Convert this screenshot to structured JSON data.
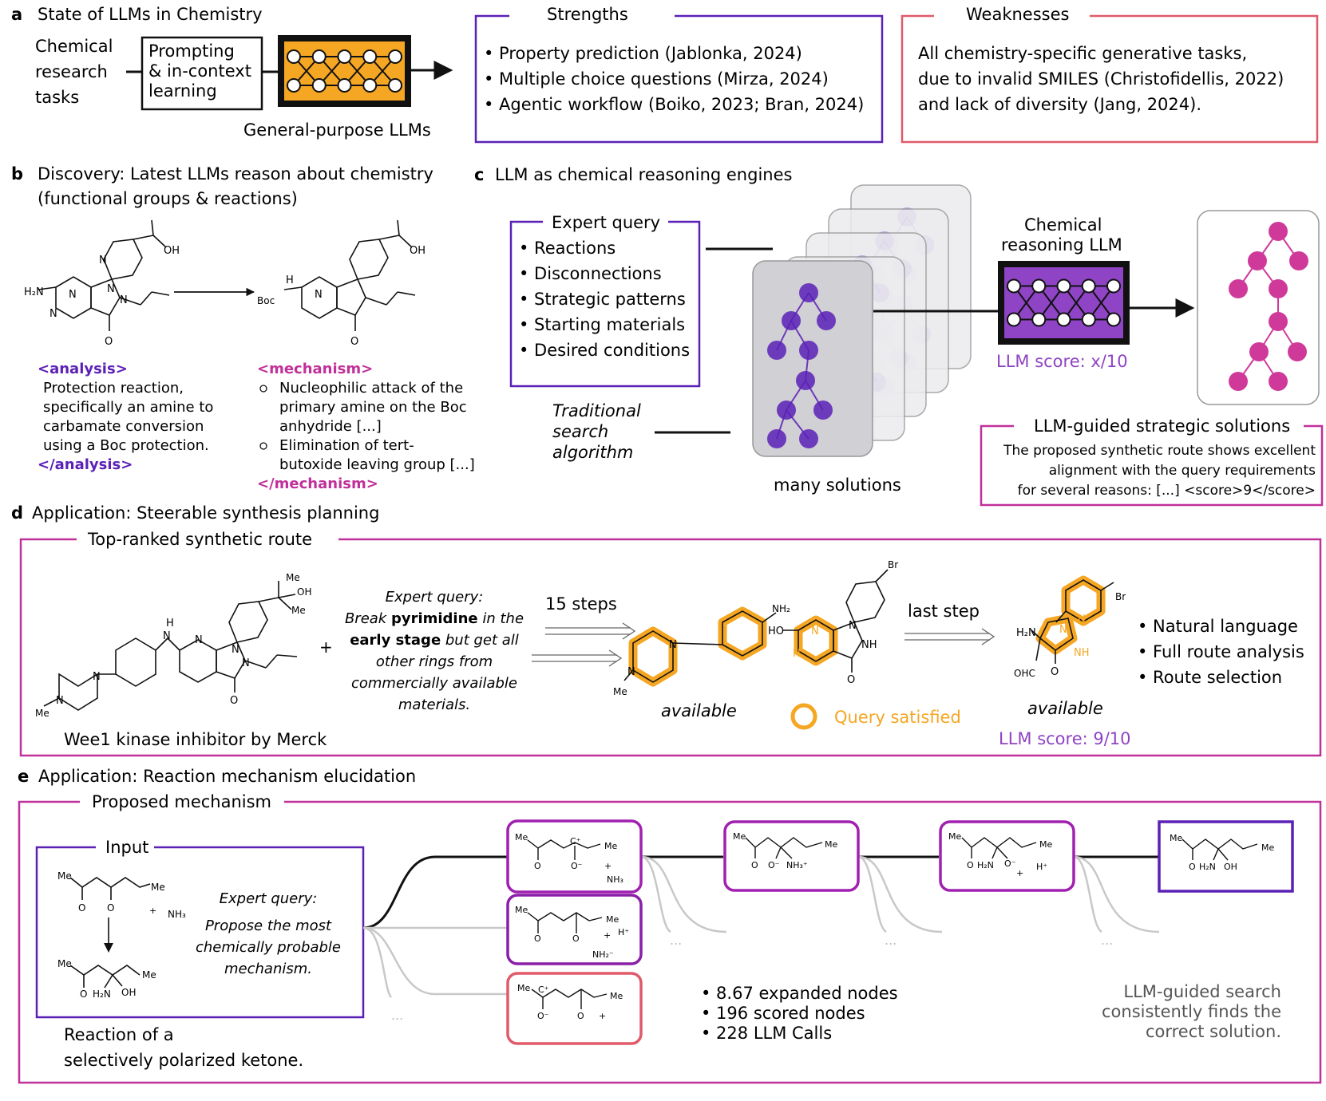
{
  "panel_a": {
    "letter": "a",
    "title": "State of LLMs in Chemistry",
    "input_lines": [
      "Chemical",
      "research",
      "tasks"
    ],
    "prompt_lines": [
      "Prompting",
      "& in-context",
      "learning"
    ],
    "llm_caption": "General-purpose LLMs",
    "strengths_title": "Strengths",
    "strengths": [
      "• Property prediction (Jablonka, 2024)",
      "• Multiple choice questions (Mirza, 2024)",
      "• Agentic workflow (Boiko, 2023; Bran, 2024)"
    ],
    "weaknesses_title": "Weaknesses",
    "weaknesses": [
      "All chemistry-specific generative tasks,",
      "due to invalid SMILES (Christofidellis, 2022)",
      "and lack of diversity (Jang, 2024)."
    ]
  },
  "panel_b": {
    "letter": "b",
    "title_lines": [
      "Discovery: Latest LLMs reason about chemistry",
      "(functional groups & reactions)"
    ],
    "analysis_open": "<analysis>",
    "analysis_lines": [
      "Protection reaction,",
      "specifically an amine to",
      "carbamate conversion",
      "using a Boc protection."
    ],
    "analysis_close": "</analysis>",
    "mechanism_open": "<mechanism>",
    "mechanism_lines": [
      "Nucleophilic attack of the",
      "primary amine on the Boc",
      "anhydride [...]",
      "Elimination of tert-",
      "butoxide leaving group [...]"
    ],
    "mechanism_close": "</mechanism>",
    "atom_labels": {
      "h2n": "H₂N",
      "n": "N",
      "o": "O",
      "oh": "OH",
      "h": "H",
      "boc": "Boc"
    }
  },
  "panel_c": {
    "letter": "c",
    "title": "LLM as chemical reasoning engines",
    "query_title": "Expert query",
    "query_items": [
      "• Reactions",
      "• Disconnections",
      "• Strategic patterns",
      "• Starting materials",
      "• Desired conditions"
    ],
    "search_lines": [
      "Traditional",
      "search",
      "algorithm"
    ],
    "many_solutions": "many solutions",
    "llm_title_lines": [
      "Chemical",
      "reasoning LLM"
    ],
    "llm_score": "LLM score: x/10",
    "guided_title": "LLM-guided strategic solutions",
    "guided_lines": [
      "The proposed synthetic route shows excellent",
      "alignment with the query requirements",
      "for several reasons: [...] <score>9</score>"
    ]
  },
  "panel_d": {
    "letter": "d",
    "title": "Application: Steerable synthesis planning",
    "box_title": "Top-ranked synthetic route",
    "molecule_caption": "Wee1 kinase inhibitor by Merck",
    "plus": "+",
    "query_lines": [
      [
        "Expert query:"
      ],
      [
        "Break ",
        "pyrimidine",
        " in the"
      ],
      [
        "early stage",
        " but get all"
      ],
      [
        "other rings from"
      ],
      [
        "commercially available"
      ],
      [
        "materials."
      ]
    ],
    "steps": "15 steps",
    "last_step": "last step",
    "available_1": "available",
    "available_2": "available",
    "query_satisfied": "Query satisfied",
    "llm_score": "LLM score: 9/10",
    "bullets": [
      "• Natural language",
      "• Full route analysis",
      "• Route selection"
    ],
    "atom_labels": {
      "me": "Me",
      "oh": "OH",
      "h": "H",
      "n": "N",
      "nh": "NH",
      "nh2": "NH₂",
      "h2n": "H₂N",
      "ho": "HO",
      "br": "Br",
      "o": "O",
      "ohc": "OHC"
    }
  },
  "panel_e": {
    "letter": "e",
    "title": "Application: Reaction mechanism elucidation",
    "box_title": "Proposed mechanism",
    "input_title": "Input",
    "query_lines": [
      "Expert query:",
      "Propose the most",
      "chemically probable",
      "mechanism."
    ],
    "caption_lines": [
      "Reaction of a",
      "selectively polarized ketone."
    ],
    "stats": [
      "• 8.67 expanded nodes",
      "• 196 scored nodes",
      "• 228 LLM Calls"
    ],
    "conclusion_lines": [
      "LLM-guided search",
      "consistently finds the",
      "correct solution."
    ],
    "ellipsis": "...",
    "atom_labels": {
      "me": "Me",
      "o": "O",
      "nh3": "NH₃",
      "h2n": "H₂N",
      "oh": "OH",
      "cplus": "C⁺",
      "ominus": "O⁻",
      "plus": "+",
      "hplus": "H⁺",
      "nh2minus": "NH₂⁻",
      "nh3plus": "NH₃⁺"
    }
  },
  "colors": {
    "purple": "#5b21b6",
    "magenta": "#c0309a",
    "violet": "#8e44c4",
    "pink_red": "#e05a6a",
    "orange": "#f5a623",
    "black": "#111111",
    "grey_card": "#d9d9dc"
  }
}
